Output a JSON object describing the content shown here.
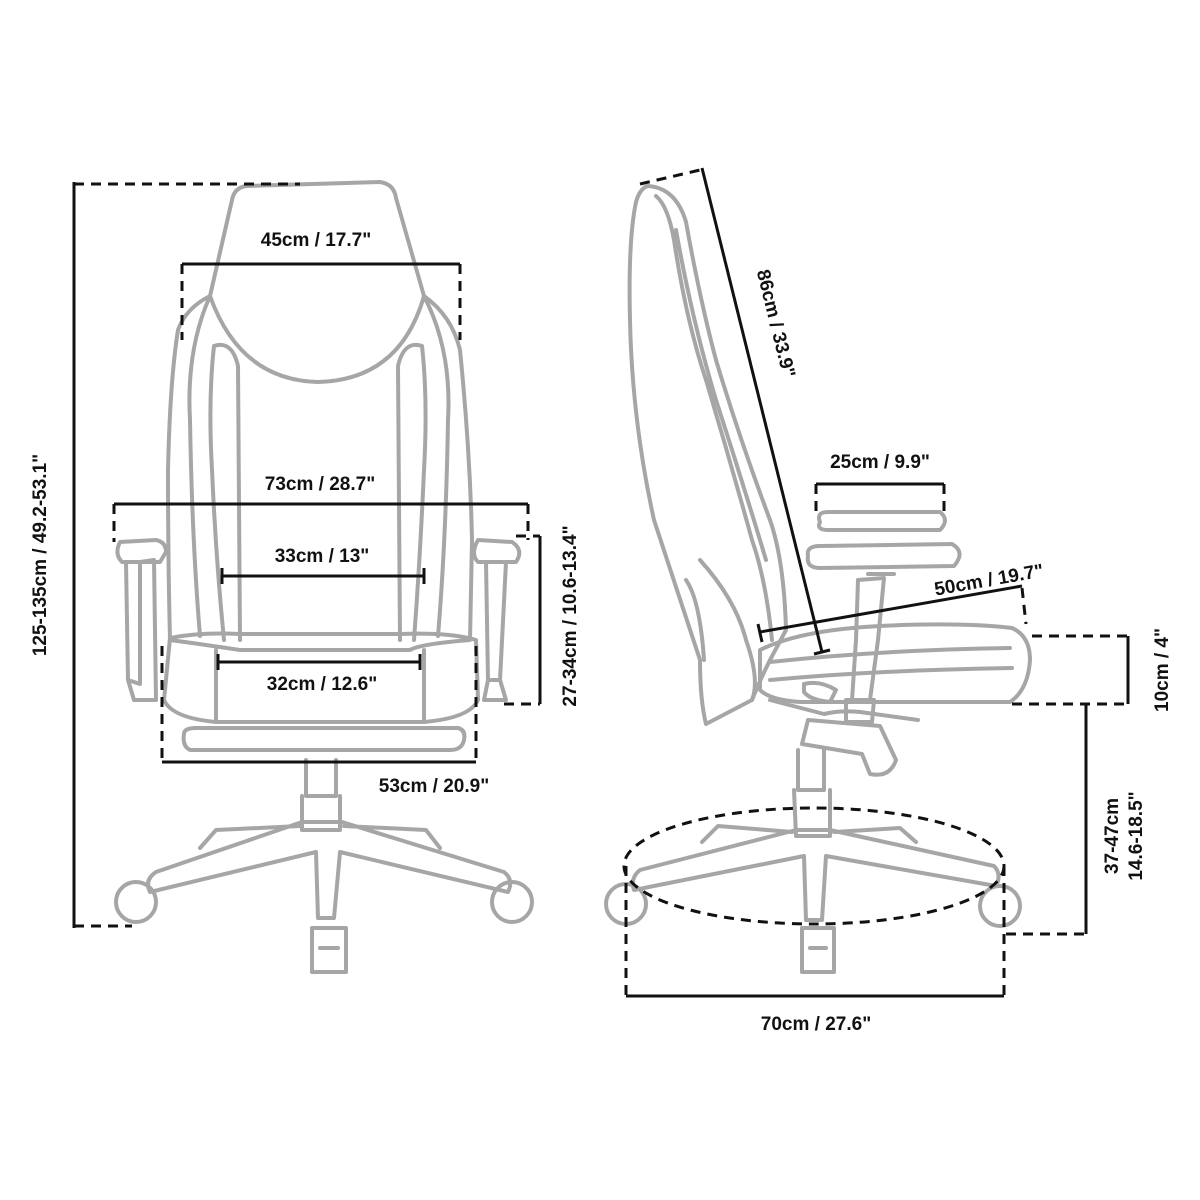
{
  "dimensions": {
    "front_total_height": "125-135cm / 49.2-53.1\"",
    "headrest_width": "45cm / 17.7\"",
    "armrest_span": "73cm / 28.7\"",
    "backrest_width": "33cm / 13\"",
    "seat_width_inner": "32cm / 12.6\"",
    "seat_width_outer": "53cm / 20.9\"",
    "armrest_height": "27-34cm / 10.6-13.4\"",
    "backrest_height": "86cm / 33.9\"",
    "armrest_length": "25cm / 9.9\"",
    "seat_depth": "50cm / 19.7\"",
    "seat_thickness": "10cm / 4\"",
    "seat_height_cm": "37-47cm",
    "seat_height_in": "14.6-18.5\"",
    "base_diameter": "70cm / 27.6\""
  }
}
